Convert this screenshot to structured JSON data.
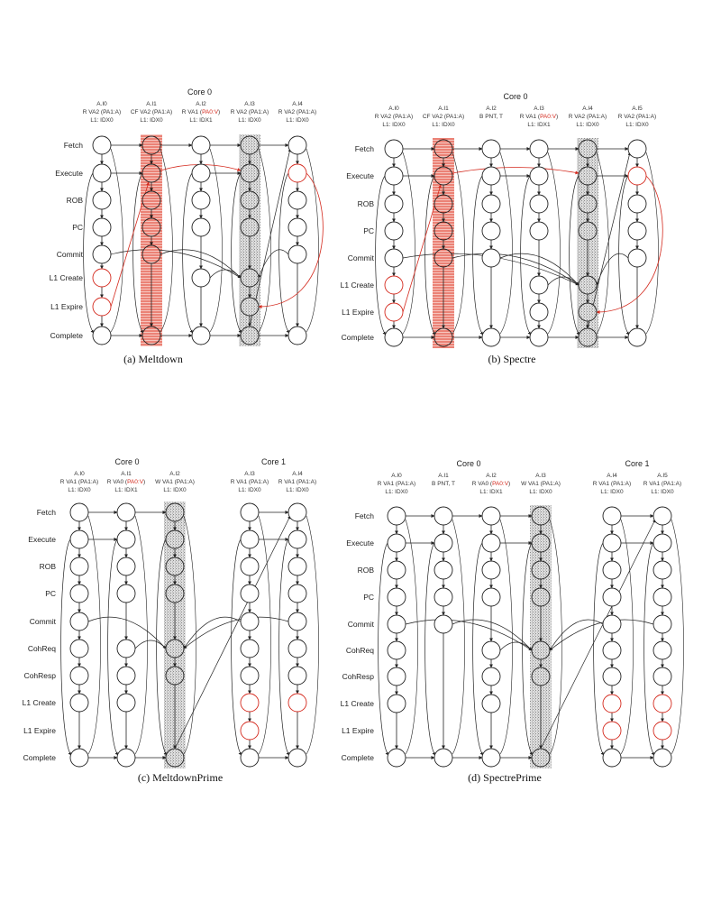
{
  "colors": {
    "red": "#d42a1e",
    "gray": "#c8c8c8",
    "stroke": "#222222"
  },
  "panels": [
    {
      "caption": "(a) Meltdown",
      "rows": [
        "Fetch",
        "Execute",
        "ROB",
        "PC",
        "Commit",
        "L1 Create",
        "L1 Expire",
        "Complete"
      ],
      "cores": [
        {
          "label": "Core 0",
          "cols": [
            0,
            1,
            2,
            3,
            4
          ]
        }
      ],
      "columns": [
        {
          "id": "A.I0",
          "instr": "R VA2 (PA1:A)",
          "l1": "L1: IDX0",
          "nodes": [
            0,
            1,
            2,
            3,
            4,
            5,
            6,
            7
          ],
          "red": [
            5,
            6
          ]
        },
        {
          "id": "A.I1",
          "instr": "CF VA2 (PA1:A)",
          "l1": "L1: IDX0",
          "nodes": [
            0,
            1,
            2,
            3,
            4,
            7
          ],
          "red": [],
          "shade": "red"
        },
        {
          "id": "A.I2",
          "instr_pre": "R VA1 (",
          "instr_red": "PA0:V",
          "instr_post": ")",
          "l1": "L1: IDX1",
          "nodes": [
            0,
            1,
            2,
            3,
            5,
            7
          ],
          "red": []
        },
        {
          "id": "A.I3",
          "instr": "R VA2 (PA1:A)",
          "l1": "L1: IDX0",
          "nodes": [
            0,
            1,
            2,
            3,
            5,
            6,
            7
          ],
          "red": [],
          "shade": "gray"
        },
        {
          "id": "A.I4",
          "instr": "R VA2 (PA1:A)",
          "l1": "L1: IDX0",
          "nodes": [
            0,
            1,
            2,
            3,
            4,
            7
          ],
          "red": [
            1
          ]
        }
      ]
    },
    {
      "caption": "(b) Spectre",
      "rows": [
        "Fetch",
        "Execute",
        "ROB",
        "PC",
        "Commit",
        "L1 Create",
        "L1 Expire",
        "Complete"
      ],
      "cores": [
        {
          "label": "Core 0",
          "cols": [
            0,
            1,
            2,
            3,
            4,
            5
          ]
        }
      ],
      "columns": [
        {
          "id": "A.I0",
          "instr": "R VA2 (PA1:A)",
          "l1": "L1: IDX0",
          "nodes": [
            0,
            1,
            2,
            3,
            4,
            5,
            6,
            7
          ],
          "red": [
            5,
            6
          ]
        },
        {
          "id": "A.I1",
          "instr": "CF VA2 (PA1:A)",
          "l1": "L1: IDX0",
          "nodes": [
            0,
            1,
            2,
            3,
            4,
            7
          ],
          "red": [],
          "shade": "red"
        },
        {
          "id": "A.I2",
          "instr": "B PNT, T",
          "l1": "",
          "nodes": [
            0,
            1,
            2,
            3,
            4,
            7
          ],
          "red": []
        },
        {
          "id": "A.I3",
          "instr_pre": "R VA1 (",
          "instr_red": "PA0:V",
          "instr_post": ")",
          "l1": "L1: IDX1",
          "nodes": [
            0,
            1,
            2,
            3,
            5,
            6,
            7
          ],
          "red": []
        },
        {
          "id": "A.I4",
          "instr": "R VA2 (PA1:A)",
          "l1": "L1: IDX0",
          "nodes": [
            0,
            1,
            2,
            3,
            5,
            6,
            7
          ],
          "red": [],
          "shade": "gray"
        },
        {
          "id": "A.I5",
          "instr": "R VA2 (PA1:A)",
          "l1": "L1: IDX0",
          "nodes": [
            0,
            1,
            2,
            3,
            4,
            7
          ],
          "red": [
            1
          ]
        }
      ]
    },
    {
      "caption": "(c) MeltdownPrime",
      "rows": [
        "Fetch",
        "Execute",
        "ROB",
        "PC",
        "Commit",
        "CohReq",
        "CohResp",
        "L1 Create",
        "L1 Expire",
        "Complete"
      ],
      "cores": [
        {
          "label": "Core 0",
          "cols": [
            0,
            1,
            2
          ]
        },
        {
          "label": "Core 1",
          "cols": [
            3,
            4
          ]
        }
      ],
      "columns": [
        {
          "id": "A.I0",
          "instr": "R VA1 (PA1:A)",
          "l1": "L1: IDX0",
          "nodes": [
            0,
            1,
            2,
            3,
            4,
            5,
            6,
            7,
            9
          ],
          "red": []
        },
        {
          "id": "A.I1",
          "instr_pre": "R VA0 (",
          "instr_red": "PA0:V",
          "instr_post": ")",
          "l1": "L1: IDX1",
          "nodes": [
            0,
            1,
            2,
            3,
            5,
            6,
            7,
            9
          ],
          "red": []
        },
        {
          "id": "A.I2",
          "instr": "W VA1 (PA1:A)",
          "l1": "L1: IDX0",
          "nodes": [
            0,
            1,
            2,
            3,
            5,
            6,
            9
          ],
          "red": [],
          "shade": "gray"
        },
        {
          "id": "A.I3",
          "instr": "R VA1 (PA1:A)",
          "l1": "L1: IDX0",
          "nodes": [
            0,
            1,
            2,
            3,
            4,
            5,
            6,
            7,
            8,
            9
          ],
          "red": [
            7,
            8
          ]
        },
        {
          "id": "A.I4",
          "instr": "R VA1 (PA1:A)",
          "l1": "L1: IDX0",
          "nodes": [
            0,
            1,
            2,
            3,
            4,
            5,
            6,
            7,
            9
          ],
          "red": [
            7
          ]
        }
      ]
    },
    {
      "caption": "(d) SpectrePrime",
      "rows": [
        "Fetch",
        "Execute",
        "ROB",
        "PC",
        "Commit",
        "CohReq",
        "CohResp",
        "L1 Create",
        "L1 Expire",
        "Complete"
      ],
      "cores": [
        {
          "label": "Core 0",
          "cols": [
            0,
            1,
            2,
            3
          ]
        },
        {
          "label": "Core 1",
          "cols": [
            4,
            5
          ]
        }
      ],
      "columns": [
        {
          "id": "A.I0",
          "instr": "R VA1 (PA1:A)",
          "l1": "L1: IDX0",
          "nodes": [
            0,
            1,
            2,
            3,
            4,
            5,
            6,
            7,
            9
          ],
          "red": []
        },
        {
          "id": "A.I1",
          "instr": "B PNT, T",
          "l1": "",
          "nodes": [
            0,
            1,
            2,
            3,
            4,
            9
          ],
          "red": []
        },
        {
          "id": "A.I2",
          "instr_pre": "R VA0 (",
          "instr_red": "PA0:V",
          "instr_post": ")",
          "l1": "L1: IDX1",
          "nodes": [
            0,
            1,
            2,
            3,
            5,
            6,
            7,
            9
          ],
          "red": []
        },
        {
          "id": "A.I3",
          "instr": "W VA1 (PA1:A)",
          "l1": "L1: IDX0",
          "nodes": [
            0,
            1,
            2,
            3,
            5,
            6,
            9
          ],
          "red": [],
          "shade": "gray"
        },
        {
          "id": "A.I4",
          "instr": "R VA1 (PA1:A)",
          "l1": "L1: IDX0",
          "nodes": [
            0,
            1,
            2,
            3,
            4,
            5,
            6,
            7,
            8,
            9
          ],
          "red": [
            7,
            8
          ]
        },
        {
          "id": "A.I5",
          "instr": "R VA1 (PA1:A)",
          "l1": "L1: IDX0",
          "nodes": [
            0,
            1,
            2,
            3,
            4,
            5,
            6,
            7,
            8,
            9
          ],
          "red": [
            7,
            8
          ]
        }
      ]
    }
  ]
}
